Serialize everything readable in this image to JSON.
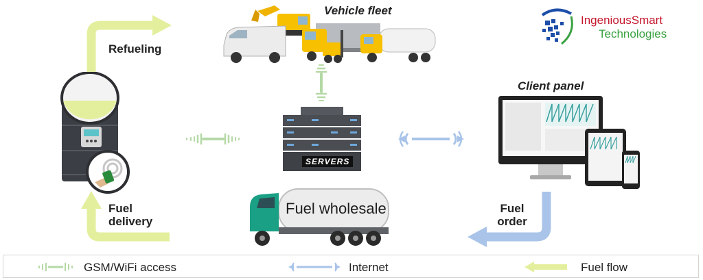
{
  "labels": {
    "vehicle_fleet": "Vehicle fleet",
    "refueling": "Refueling",
    "client_panel": "Client panel",
    "servers": "SERVERS",
    "fuel_delivery_line1": "Fuel",
    "fuel_delivery_line2": "delivery",
    "fuel_order_line1": "Fuel",
    "fuel_order_line2": "order",
    "fuel_wholesale": "Fuel wholesale"
  },
  "logo": {
    "line1": "IngeniousSmart",
    "line2": "Technologies"
  },
  "legend": {
    "gsm": "GSM/WiFi access",
    "internet": "Internet",
    "fuel_flow": "Fuel flow"
  },
  "colors": {
    "fuel_flow": "#e4ef9e",
    "internet": "#a9c4e8",
    "gsm": "#b5d9a6",
    "truck_cab": "#1aa084",
    "logo_red": "#c4172c",
    "logo_green": "#3aa241",
    "logo_blue": "#1d4ea8"
  }
}
